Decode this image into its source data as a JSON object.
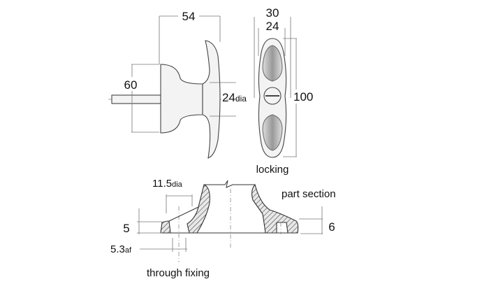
{
  "dimensions": {
    "handle_length": "54",
    "width_outer": "30",
    "width_inner": "24",
    "flange_height": "60",
    "neck_dia_value": "24",
    "neck_dia_unit": "dia",
    "overall_length": "100",
    "hole_dia_value": "11.5",
    "hole_dia_unit": "dia",
    "left_height": "5",
    "right_height": "6",
    "across_flats_value": "5.3",
    "across_flats_unit": "af"
  },
  "labels": {
    "locking": "locking",
    "part_section": "part section",
    "through_fixing": "through fixing"
  }
}
